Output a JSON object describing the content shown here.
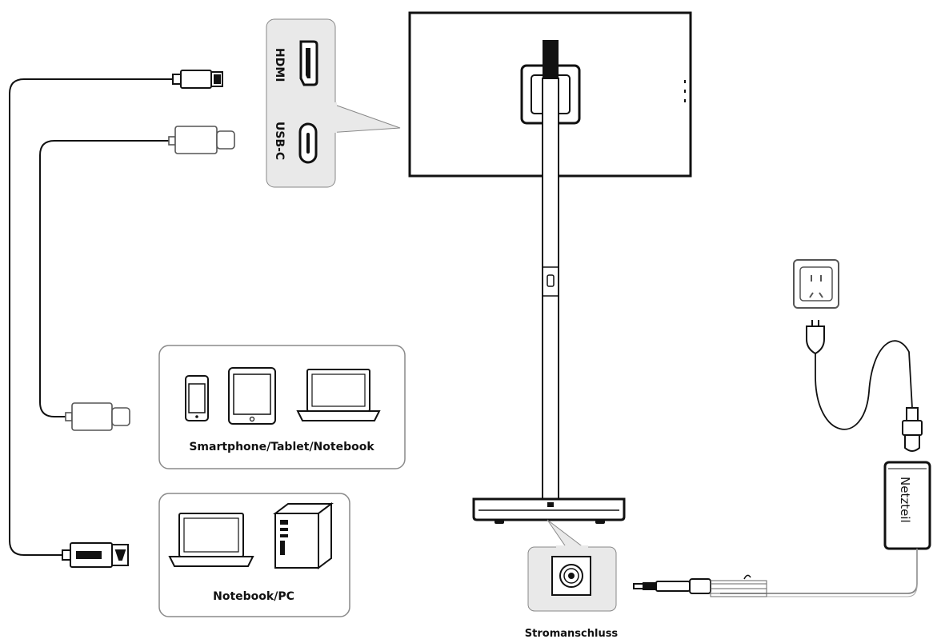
{
  "ports": {
    "hdmi": "HDMI",
    "usbc": "USB-C"
  },
  "devices": {
    "mobile_label": "Smartphone/Tablet/Notebook",
    "pc_label": "Notebook/PC"
  },
  "power": {
    "connector_label": "Stromanschluss",
    "adapter_label": "Netzteil"
  },
  "colors": {
    "line": "#111111",
    "panel_fill": "#e9e9e9",
    "box_stroke": "#8a8a8a"
  }
}
